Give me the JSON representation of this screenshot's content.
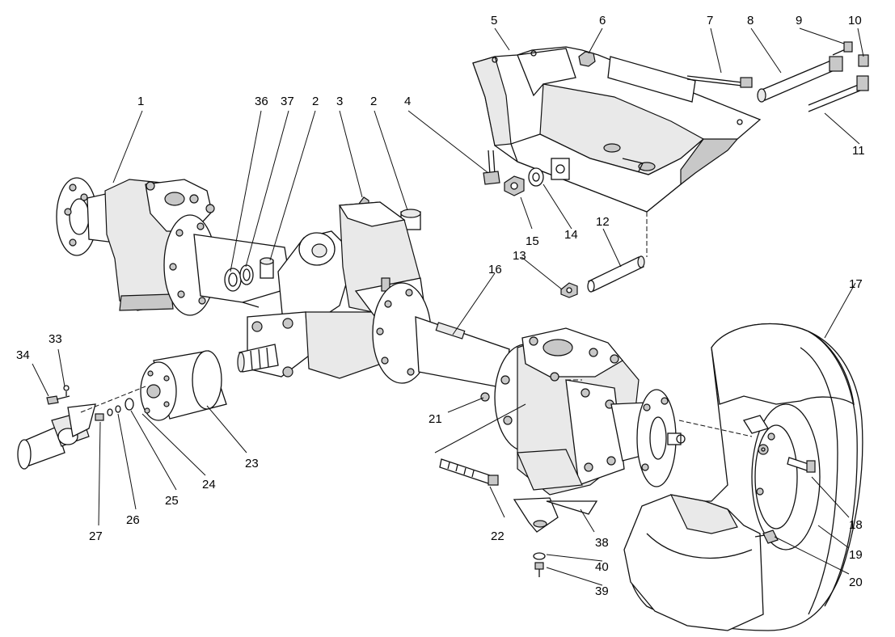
{
  "callouts": [
    {
      "id": "1",
      "label": "1"
    },
    {
      "id": "2a",
      "label": "2"
    },
    {
      "id": "2b",
      "label": "2"
    },
    {
      "id": "3",
      "label": "3"
    },
    {
      "id": "4",
      "label": "4"
    },
    {
      "id": "5",
      "label": "5"
    },
    {
      "id": "6",
      "label": "6"
    },
    {
      "id": "7",
      "label": "7"
    },
    {
      "id": "8",
      "label": "8"
    },
    {
      "id": "9",
      "label": "9"
    },
    {
      "id": "10",
      "label": "10"
    },
    {
      "id": "11",
      "label": "11"
    },
    {
      "id": "12",
      "label": "12"
    },
    {
      "id": "13",
      "label": "13"
    },
    {
      "id": "14",
      "label": "14"
    },
    {
      "id": "15",
      "label": "15"
    },
    {
      "id": "16",
      "label": "16"
    },
    {
      "id": "17",
      "label": "17"
    },
    {
      "id": "18",
      "label": "18"
    },
    {
      "id": "19",
      "label": "19"
    },
    {
      "id": "20",
      "label": "20"
    },
    {
      "id": "21",
      "label": "21"
    },
    {
      "id": "22",
      "label": "22"
    },
    {
      "id": "23",
      "label": "23"
    },
    {
      "id": "24",
      "label": "24"
    },
    {
      "id": "25",
      "label": "25"
    },
    {
      "id": "26",
      "label": "26"
    },
    {
      "id": "27",
      "label": "27"
    },
    {
      "id": "33",
      "label": "33"
    },
    {
      "id": "34",
      "label": "34"
    },
    {
      "id": "36",
      "label": "36"
    },
    {
      "id": "37",
      "label": "37"
    },
    {
      "id": "38",
      "label": "38"
    },
    {
      "id": "39",
      "label": "39"
    },
    {
      "id": "40",
      "label": "40"
    }
  ]
}
